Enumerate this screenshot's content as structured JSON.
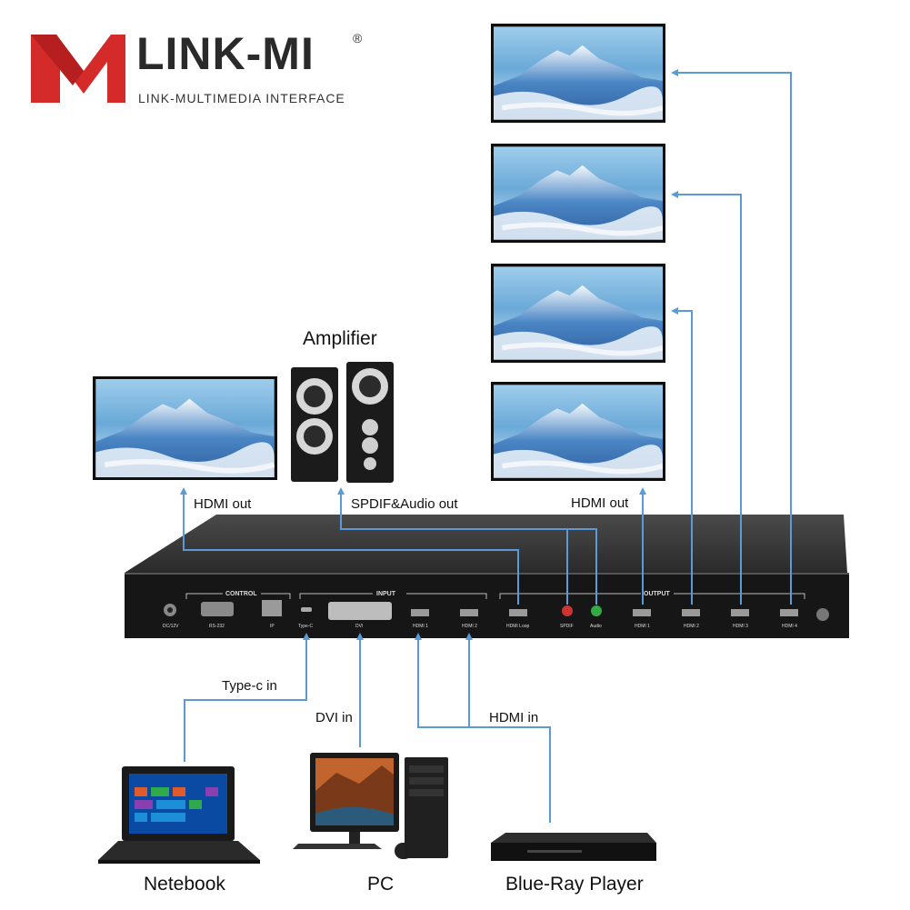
{
  "logo": {
    "name": "LINK-MI",
    "registered": "®",
    "tagline": "LINK-MULTIMEDIA INTERFACE",
    "accent": "#d42a2a"
  },
  "labels": {
    "amplifier": "Amplifier",
    "hdmi_out_left": "HDMI out",
    "spdif_audio_out": "SPDIF&Audio out",
    "hdmi_out_right": "HDMI out",
    "typec_in": "Type-c in",
    "dvi_in": "DVI in",
    "hdmi_in": "HDMI in"
  },
  "devices": {
    "notebook": "Netebook",
    "pc": "PC",
    "bluray": "Blue-Ray Player"
  },
  "switch_panel": {
    "sections": {
      "control": "CONTROL",
      "input": "INPUT",
      "output": "OUTPUT"
    },
    "ports": {
      "dc": "DC/12V",
      "rs232": "RS-232",
      "ip": "IP",
      "typec": "Type-C",
      "dvi": "DVI",
      "hdmi_in1": "HDMI 1",
      "hdmi_in2": "HDMI 2",
      "hdmi_loop": "HDMI Loop",
      "spdif": "SPDIF",
      "audio": "Audio",
      "out1": "HDMI 1",
      "out2": "HDMI 2",
      "out3": "HDMI 3",
      "out4": "HDMI 4"
    }
  },
  "colors": {
    "connection": "#5b9bd5",
    "device_body": "#1c1c1c",
    "screen_sky": "#6aa9d8"
  }
}
